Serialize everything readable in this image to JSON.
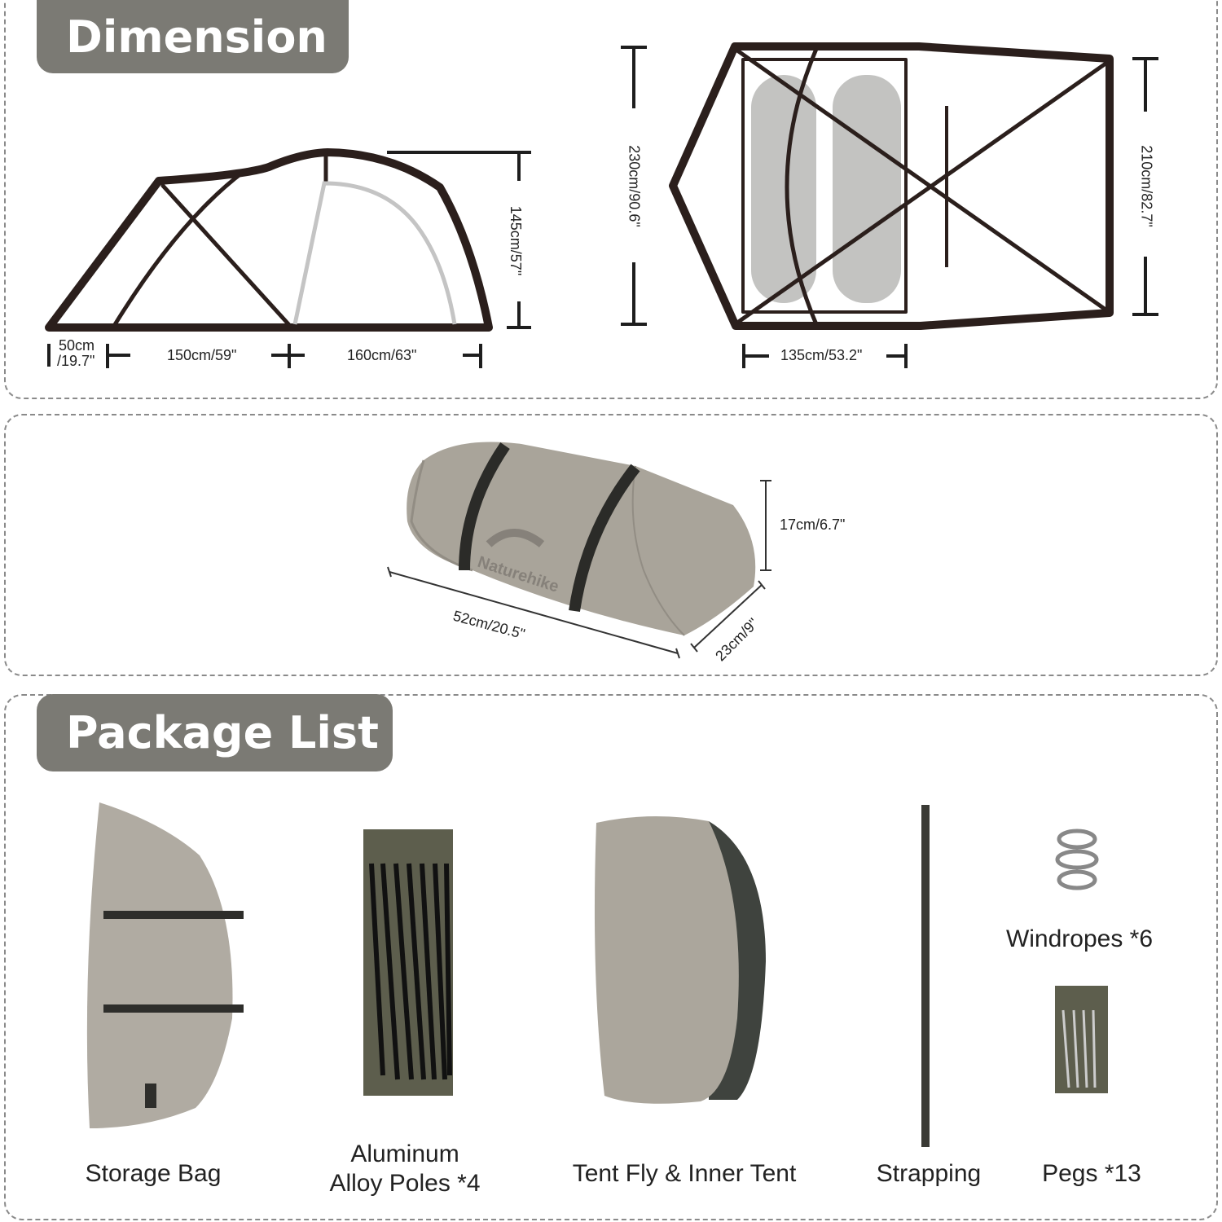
{
  "sections": {
    "dimension": {
      "title": "Dimension",
      "side_view": {
        "height": "145cm/57\"",
        "segments": [
          "50cm\n/19.7\"",
          "150cm/59\"",
          "160cm/63\""
        ],
        "seg1_line1": "50cm",
        "seg1_line2": "/19.7\""
      },
      "top_view": {
        "length_left": "230cm/90.6\"",
        "length_right": "210cm/82.7\"",
        "inner_width": "135cm/53.2\""
      }
    },
    "packed": {
      "height": "17cm/6.7\"",
      "length": "52cm/20.5\"",
      "depth": "23cm/9\"",
      "brand": "Naturehike"
    },
    "package_list": {
      "title": "Package List",
      "items": [
        {
          "label": "Storage Bag"
        },
        {
          "label_line1": "Aluminum",
          "label_line2": "Alloy Poles *4"
        },
        {
          "label": "Tent Fly & Inner Tent"
        },
        {
          "label": "Strapping"
        },
        {
          "label": "Windropes *6"
        },
        {
          "label": "Pegs *13"
        }
      ]
    }
  },
  "colors": {
    "badge": "#7b7a74",
    "outline": "#2b1f1c",
    "fabric": "#a9a49a",
    "border": "#8a8a8a"
  }
}
